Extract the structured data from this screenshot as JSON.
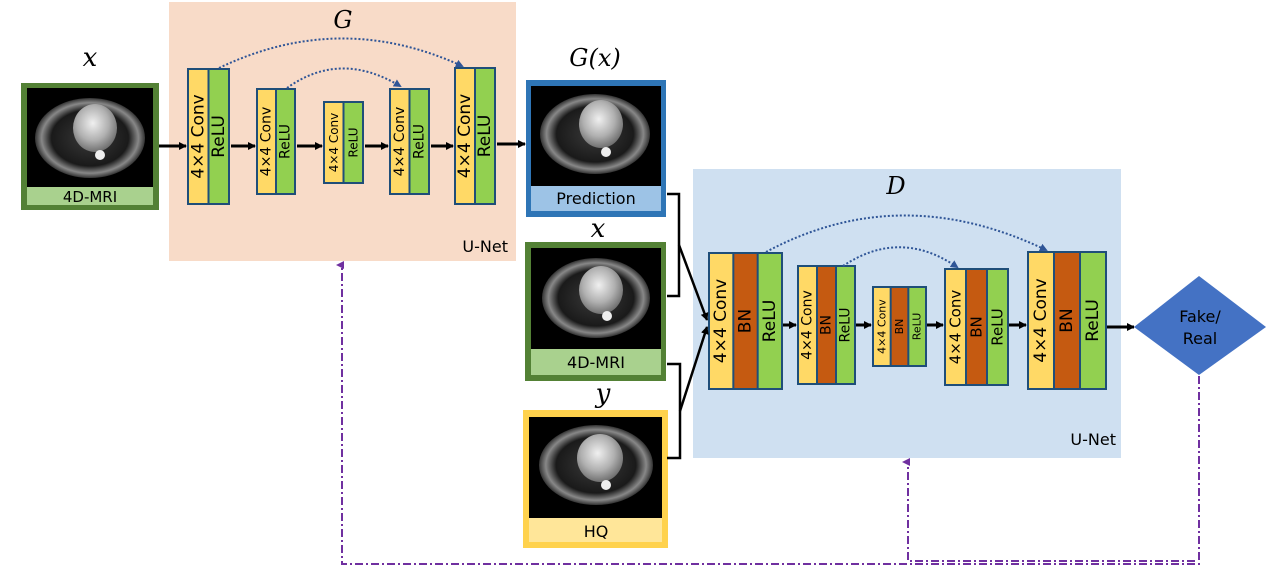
{
  "colors": {
    "generator_bg": "#f8dbc8",
    "discriminator_bg": "#cfe0f1",
    "conv": "#ffd966",
    "relu": "#92d050",
    "bn": "#c55a11",
    "block_border": "#1f4e79",
    "input_frame": "#538135",
    "input_label_bg": "#a9d18e",
    "pred_frame": "#2e75b6",
    "pred_label_bg": "#9dc3e6",
    "hq_frame": "#ffd24d",
    "hq_label_bg": "#ffe699",
    "decision": "#4472c4",
    "feedback_line": "#7030a0",
    "skip_line": "#2f5597"
  },
  "generator": {
    "symbol": "G",
    "name": "U-Net",
    "blocks": [
      {
        "conv": "4×4 Conv",
        "act": "ReLU"
      },
      {
        "conv": "4×4 Conv",
        "act": "ReLU"
      },
      {
        "conv": "4×4 Conv",
        "act": "ReLU"
      },
      {
        "conv": "4×4 Conv",
        "act": "ReLU"
      },
      {
        "conv": "4×4 Conv",
        "act": "ReLU"
      }
    ]
  },
  "discriminator": {
    "symbol": "D",
    "name": "U-Net",
    "blocks": [
      {
        "conv": "4×4 Conv",
        "norm": "BN",
        "act": "ReLU"
      },
      {
        "conv": "4×4 Conv",
        "norm": "BN",
        "act": "ReLU"
      },
      {
        "conv": "4×4 Conv",
        "norm": "BN",
        "act": "ReLU"
      },
      {
        "conv": "4×4 Conv",
        "norm": "BN",
        "act": "ReLU"
      },
      {
        "conv": "4×4 Conv",
        "norm": "BN",
        "act": "ReLU"
      }
    ]
  },
  "images": {
    "input": {
      "symbol": "x",
      "label": "4D-MRI"
    },
    "prediction": {
      "symbol": "G(x)",
      "label": "Prediction"
    },
    "input_copy": {
      "symbol": "x",
      "label": "4D-MRI"
    },
    "target": {
      "symbol": "y",
      "label": "HQ"
    }
  },
  "decision": {
    "line1": "Fake/",
    "line2": "Real"
  }
}
